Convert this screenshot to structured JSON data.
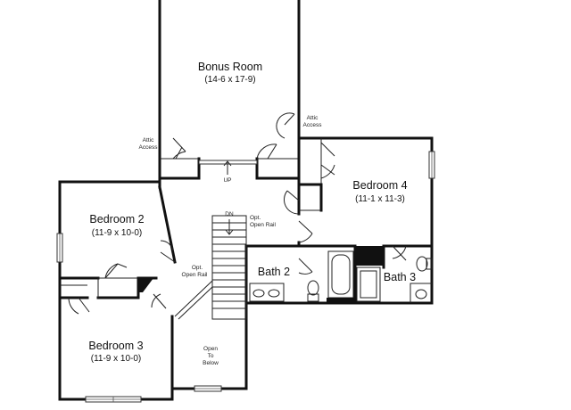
{
  "rooms": {
    "bonus": {
      "name": "Bonus Room",
      "dim": "(14-6 x 17-9)"
    },
    "bedroom4": {
      "name": "Bedroom 4",
      "dim": "(11-1 x 11-3)"
    },
    "bedroom2": {
      "name": "Bedroom 2",
      "dim": "(11-9 x 10-0)"
    },
    "bedroom3": {
      "name": "Bedroom 3",
      "dim": "(11-9 x 10-0)"
    },
    "bath2": {
      "name": "Bath 2"
    },
    "bath3": {
      "name": "Bath 3"
    }
  },
  "labels": {
    "attic_left_1": "Attic",
    "attic_left_2": "Access",
    "attic_right_1": "Attic",
    "attic_right_2": "Access",
    "up": "UP",
    "dn": "DN",
    "opt_right_1": "Opt.",
    "opt_right_2": "Open Rail",
    "opt_left_1": "Opt.",
    "opt_left_2": "Open Rail",
    "open_1": "Open",
    "open_2": "To",
    "open_3": "Below"
  }
}
